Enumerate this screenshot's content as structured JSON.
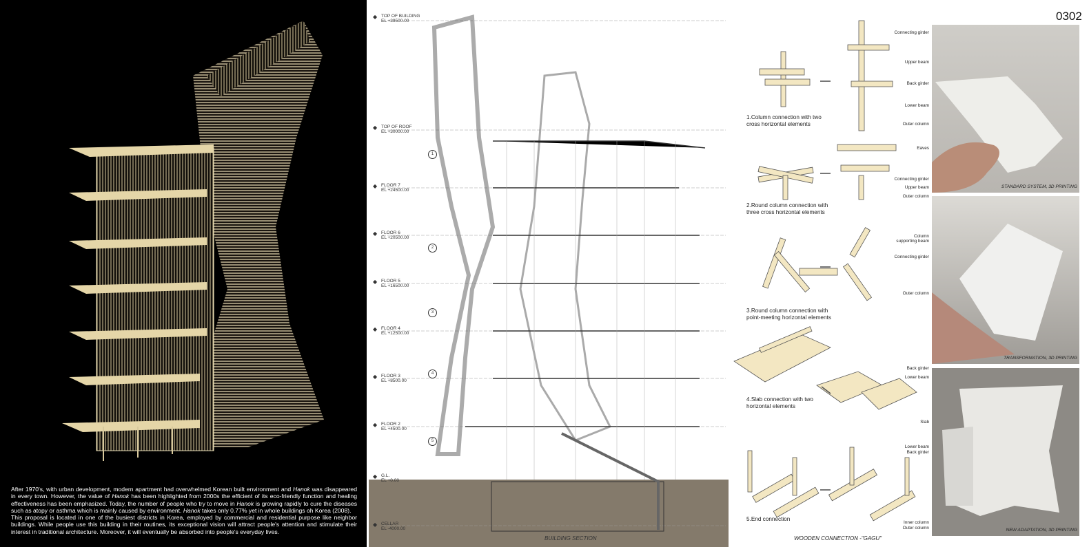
{
  "page_number": "0302",
  "description": {
    "paragraph1_parts": [
      "After 1970's, with urban development, modern apartment had overwhelmed Korean built environment and ",
      "Hanok",
      " was disappeared in every town. However, the value of ",
      "Hanok",
      " has been highlighted from 2000s the efficient of its eco-friendly function and healing effectiveness has been emphasized. Today, the number of people who try to move in ",
      "Hanok",
      " is growing rapidly to cure the diseases such as atopy or asthma which is mainly caused by environment. ",
      "Hanok",
      " takes only 0.77% yet in whole buildings oh Korea (2008)."
    ],
    "paragraph2": "This proposal is located in one of the busiest districts in Korea, employed by commercial and residential purpose like neighbor buildings. While people use this building in their routines, its exceptional vision will attract people's attention and stimulate their interest in traditional architecture. Moreover, it will eventually be absorbed into people's everyday lives."
  },
  "section": {
    "caption": "BUILDING SECTION",
    "levels": [
      {
        "name": "TOP OF BUILDING",
        "el": "EL +39500.00"
      },
      {
        "name": "TOP OF ROOF",
        "el": "EL +30000.00"
      },
      {
        "name": "FLOOR 7",
        "el": "EL +24500.00"
      },
      {
        "name": "FLOOR 6",
        "el": "EL +20500.00"
      },
      {
        "name": "FLOOR 5",
        "el": "EL +16500.00"
      },
      {
        "name": "FLOOR 4",
        "el": "EL +12500.00"
      },
      {
        "name": "FLOOR 3",
        "el": "EL +8500.00"
      },
      {
        "name": "FLOOR 2",
        "el": "EL +4500.00"
      },
      {
        "name": "G.L.",
        "el": "EL +0.00"
      },
      {
        "name": "CELLAR",
        "el": "EL -4000.00"
      }
    ],
    "callouts": [
      "1",
      "2",
      "3",
      "4",
      "5"
    ],
    "colors": {
      "ground": "#847a6b",
      "line": "#444444"
    }
  },
  "connections": {
    "caption": "WOODEN CONNECTION -\"GAGU\"",
    "items": [
      {
        "title1": "1.Column connection with two",
        "title2": "cross horizontal elements",
        "labels": [
          "Connecting girder",
          "Upper beam",
          "Back girder",
          "Lower beam",
          "Outer column"
        ]
      },
      {
        "title1": "2.Round column connection with",
        "title2": "three cross horizontal elements",
        "labels": [
          "Eaves",
          "Connecting girder",
          "Upper beam",
          "Outer column"
        ]
      },
      {
        "title1": "3.Round column connection with",
        "title2": "point-meeting horizontal elements",
        "labels": [
          "Column",
          "supporting beam",
          "Connecting girder",
          "Outer column"
        ]
      },
      {
        "title1": "4.Slab connection with two",
        "title2": "horizontal elements",
        "labels": [
          "Back girder",
          "Lower beam",
          "Slab"
        ]
      },
      {
        "title1": "5.End connection",
        "title2": "",
        "labels": [
          "Lower beam",
          "Back girder",
          "Inner column",
          "Outer column"
        ]
      }
    ],
    "wood_color": "#f3e7c2"
  },
  "photos": [
    {
      "caption": "STANDARD SYSTEM, 3D PRINTING"
    },
    {
      "caption": "TRANSFORMATION, 3D PRINTING"
    },
    {
      "caption": "NEW ADAPTATION, 3D PRINTING"
    }
  ]
}
